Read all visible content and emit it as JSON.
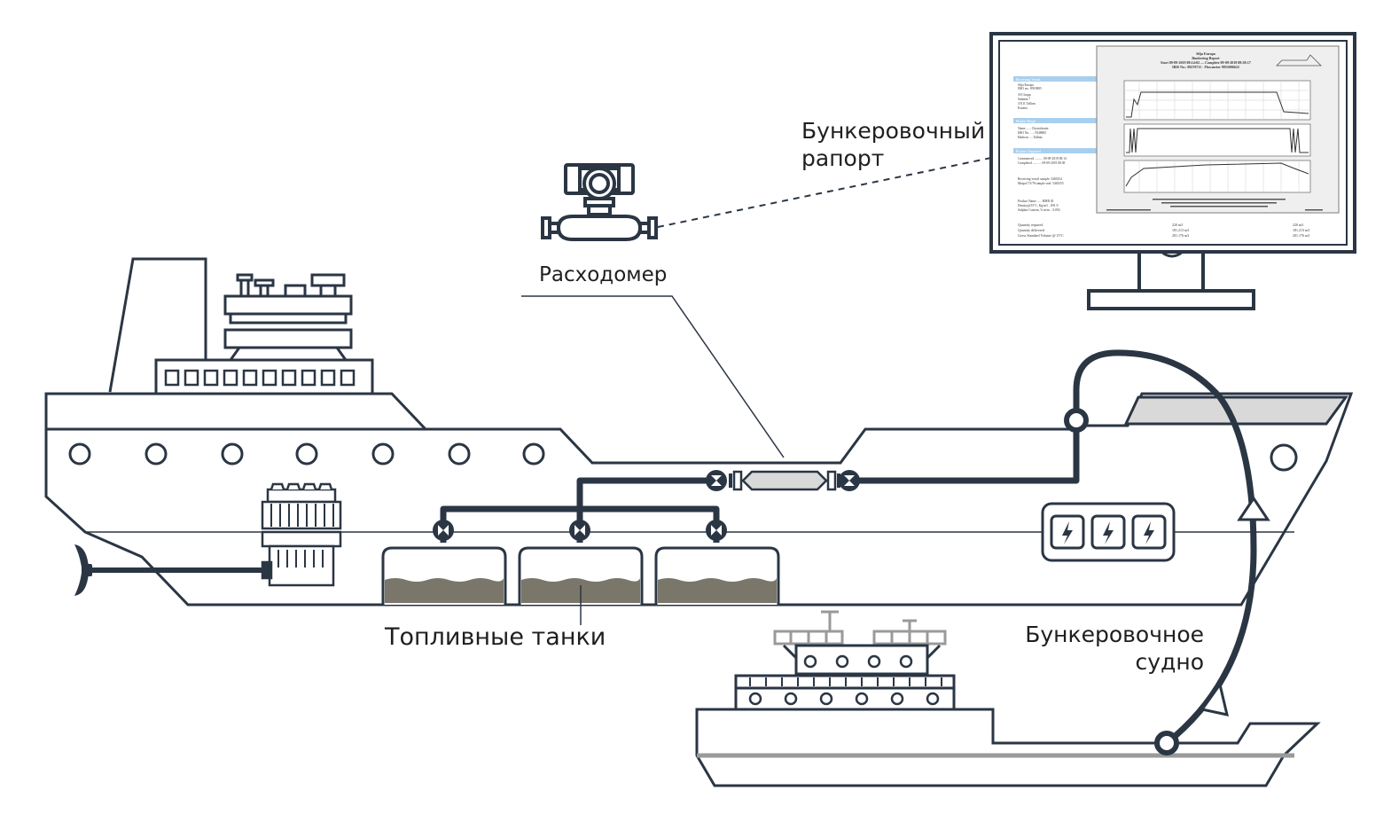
{
  "labels": {
    "report": [
      "Бункеровочный",
      "рапорт"
    ],
    "flowmeter": "Расходомер",
    "tanks": "Топливные танки",
    "bunker_vessel": [
      "Бункеровочное",
      "судно"
    ]
  },
  "colors": {
    "line": "#2b3644",
    "grey": "#9a9a9a",
    "fuel": "#7a7669",
    "light_grey": "#d9d9d9"
  },
  "report_document": {
    "title_lines": [
      "Silja Europa",
      "Bunkering Report",
      "Start 09-09-2019 08:14:02 — Complete 09-09-2019 08:38:17",
      "IBIS No.: 09270711 · Flowmeter 9955006622"
    ],
    "side_sections": [
      "Receiving Vessel",
      "Bunker Barge",
      "Product Supplied"
    ],
    "side_rows": [
      "Silja Europa",
      "IMO no.: 8919805",
      "AS Grupp",
      "Sadama 7",
      "10111 Tallinn",
      "Estonia",
      "Name ...... Chystalwater",
      "IMO No. ..... 9348865",
      "Harbour .... Tallinn",
      "Commenced .......... 09-09-2019 08:14",
      "Completed ........... 09-09-2019 08:38",
      "Receiving vessel sample: 5463354",
      "Marpol 73/78 sample seal: 5463355",
      "Product Name ...... RMB 30",
      "Density@15°C, Kg/m3 .. 891.9",
      "Sulphur Content, % m/m .. 0.092"
    ],
    "bottom_rows": [
      [
        "Quantity required",
        "220 m3",
        "220 m3"
      ],
      [
        "Quantity delivered",
        "181.213 m3",
        "181.213 m3"
      ],
      [
        "Gross Standard Volume @ 15°C",
        "201.176 m3",
        "201.176 m3"
      ]
    ]
  }
}
